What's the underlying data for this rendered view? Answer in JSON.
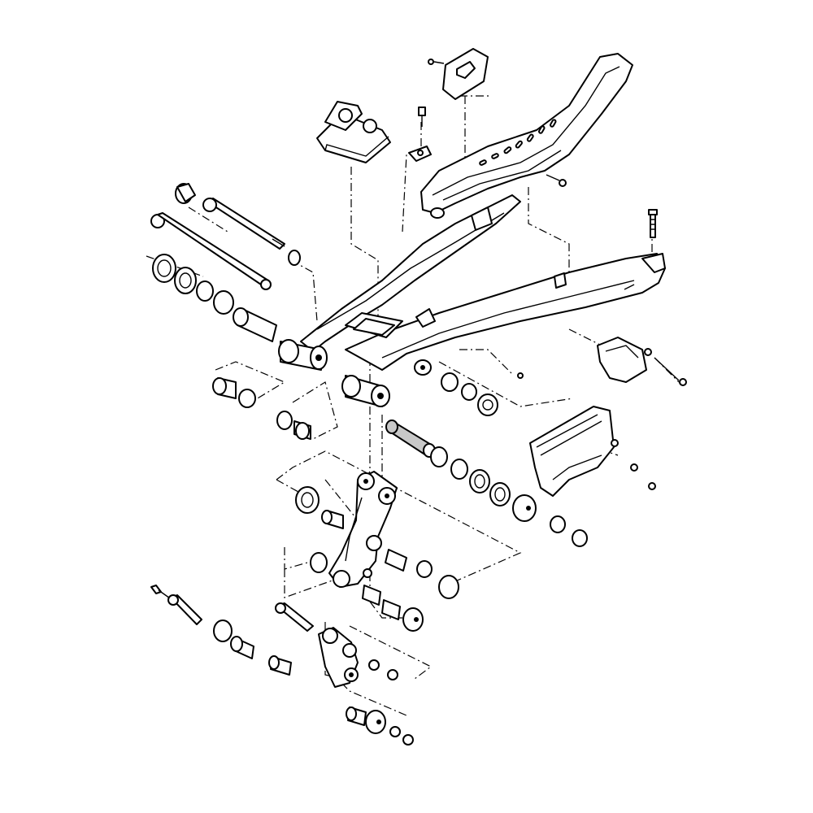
{
  "diagram": {
    "colors": {
      "line": "#000000",
      "background": "#ffffff",
      "highlight": "#c8c8c8"
    },
    "parts": [
      "swingarm",
      "chain-guard",
      "chain-guard-bracket-plate",
      "chain-guide-block",
      "chain-slider",
      "swingarm-pivot-bolt",
      "collar-bolt",
      "pivot-bearing-set",
      "highlighted-collar",
      "shock-linkage-arm",
      "connecting-rod",
      "linkage-bolt",
      "mud-guard-bracket",
      "hose-clamp-bracket",
      "axle-adjuster-bolt"
    ]
  }
}
